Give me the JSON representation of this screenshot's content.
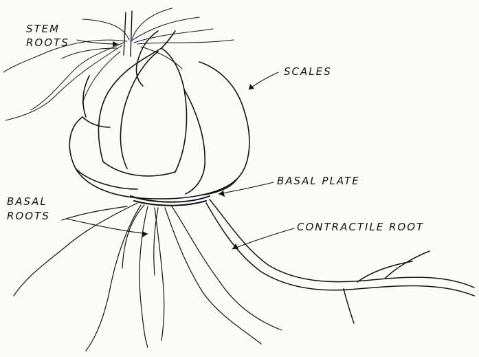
{
  "labels": {
    "stem_roots_line1": "STEM",
    "stem_roots_line2": "ROOTS",
    "scales": "SCALES",
    "basal_plate": "BASAL PLATE",
    "basal_roots_line1": "BASAL",
    "basal_roots_line2": "ROOTS",
    "contractile_root": "CONTRACTILE ROOT"
  },
  "colors": {
    "ink": "#111111",
    "paper": "#fbfbfa"
  }
}
